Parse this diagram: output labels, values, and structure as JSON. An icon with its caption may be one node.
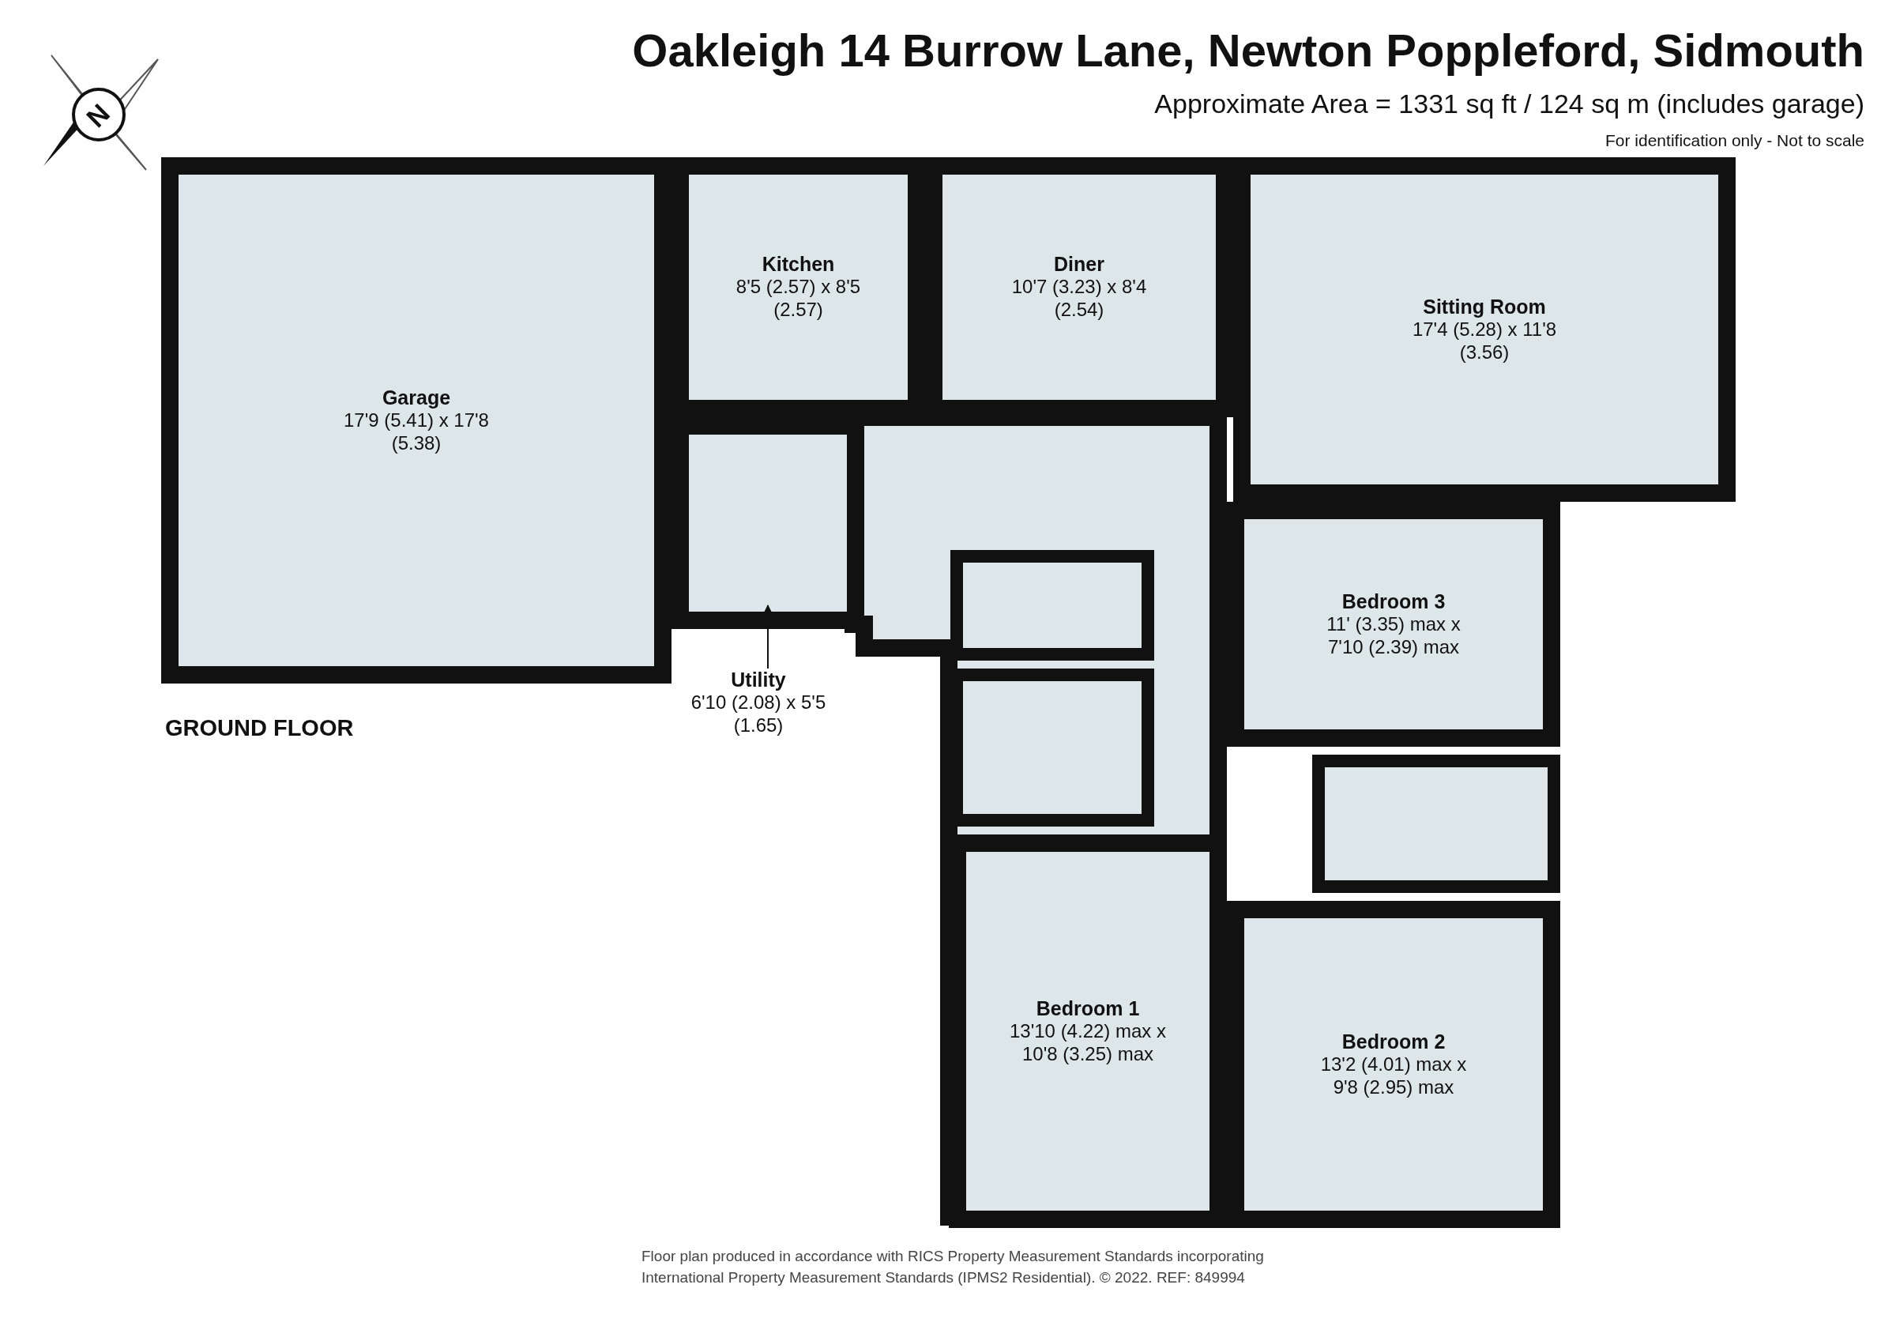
{
  "diagram": {
    "title": "Oakleigh 14 Burrow Lane, Newton Poppleford, Sidmouth",
    "nodes": [
      {
        "text": [
          "Garage",
          "17'9 (5.41) x 17'8 (5.38)"
        ]
      },
      {
        "text": [
          "Kitchen",
          "8'5 (2.57) x 8'5 (2.57)"
        ]
      },
      {
        "text": [
          "Diner",
          "10'7 (3.23) x 8'4 (2.54)"
        ]
      },
      {
        "text": [
          "Sitting Room",
          "17'4 (5.28) x 11'8 (3.56)"
        ]
      },
      {
        "text": [
          "Bedroom 3",
          "11' (3.35) max x 7'10 (2.39) max"
        ]
      },
      {
        "text": [
          "Bedroom 1",
          "13'10 (4.22) max x 10'8 (3.25) max"
        ]
      },
      {
        "text": [
          "Bedroom 2",
          "13'2 (4.01) max x 9'8 (2.95) max"
        ]
      },
      {
        "text": [
          "Utility",
          "6'10 (2.08) x 5'5 (1.65)"
        ]
      },
      {
        "text": [],
        "shape": "box"
      },
      {
        "text": [],
        "shape": "box"
      },
      {
        "text": [],
        "shape": "box"
      },
      {
        "text": [],
        "shape": "box"
      }
    ],
    "edges": [
      {
        "from": 7,
        "to": 8,
        "arrow": "to"
      }
    ],
    "labels": [
      "Approximate Area = 1331 sq ft / 124 sq m (includes garage)",
      "For identification only - Not to scale",
      "N",
      "GROUND FLOOR",
      "Floor plan produced in accordance with RICS Property Measurement Standards incorporating International Property Measurement Standards (IPMS2 Residential). © 2022. REF: 849994"
    ]
  }
}
